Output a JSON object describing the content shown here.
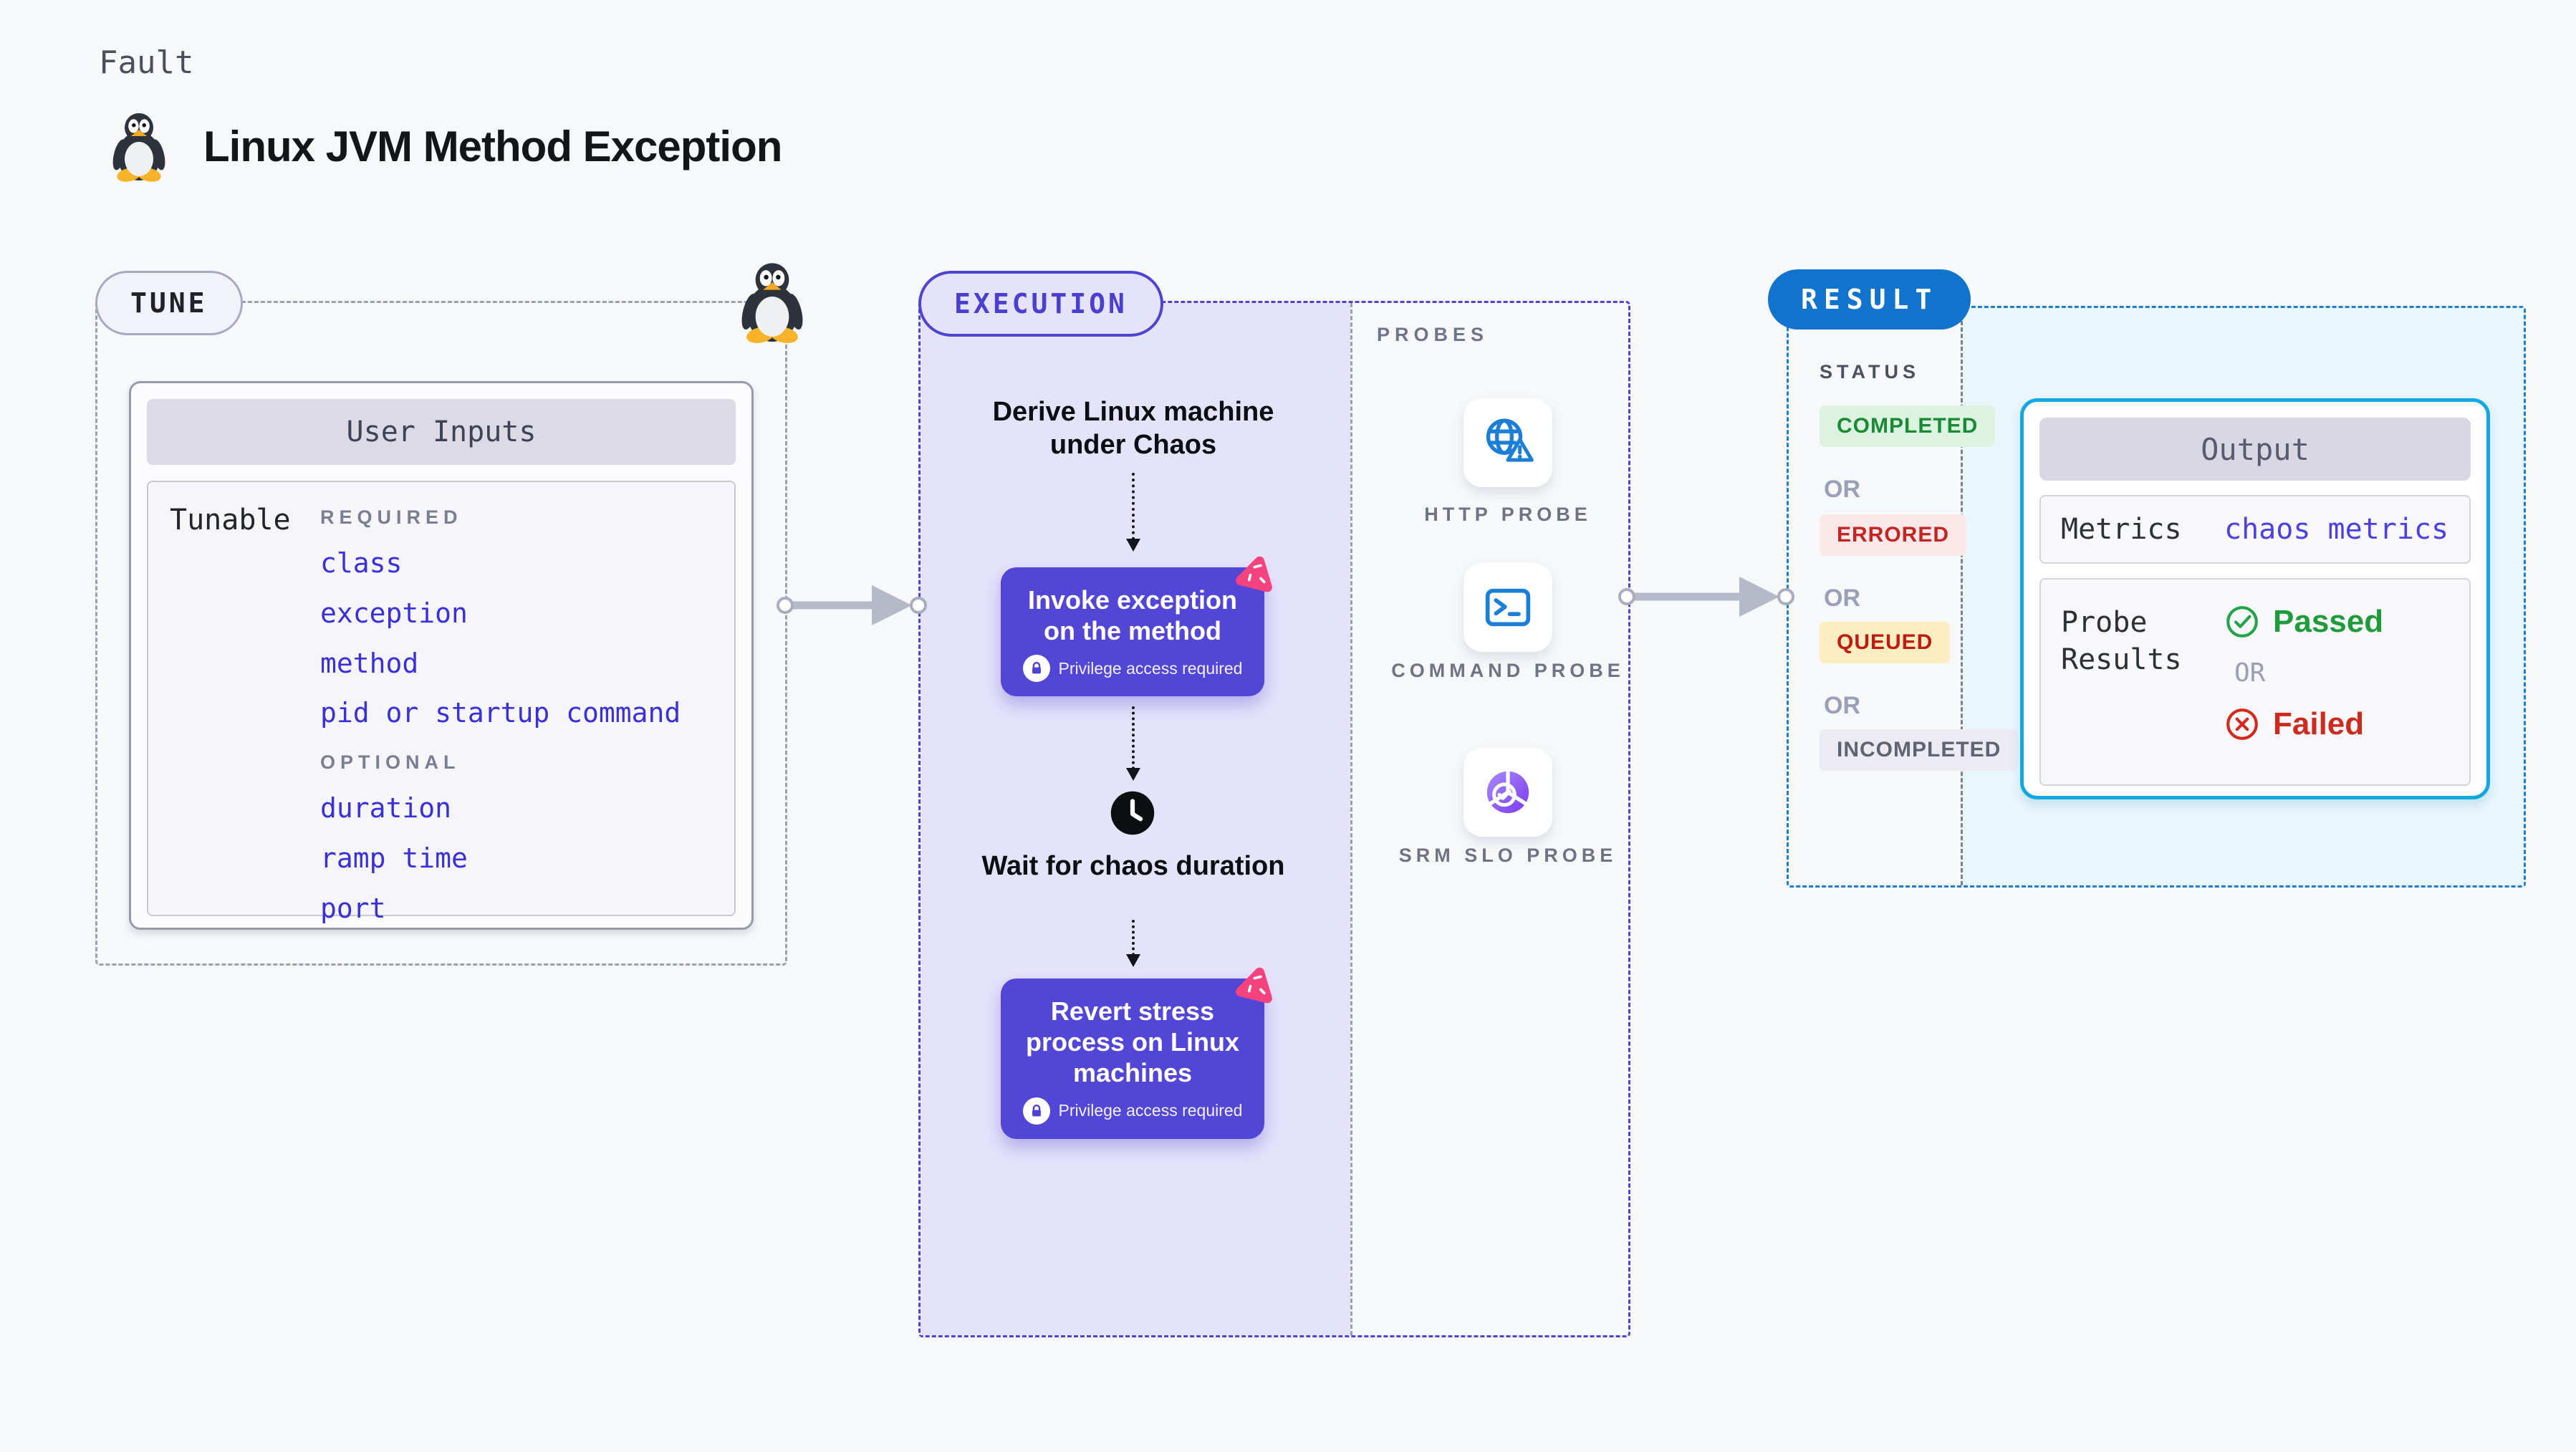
{
  "header": {
    "kicker": "Fault",
    "title": "Linux JVM Method Exception"
  },
  "tune": {
    "badge": "TUNE",
    "panel_title": "User Inputs",
    "row_label": "Tunable",
    "required_label": "REQUIRED",
    "optional_label": "OPTIONAL",
    "required_items": [
      "class",
      "exception",
      "method",
      "pid or startup command"
    ],
    "optional_items": [
      "duration",
      "ramp time",
      "port"
    ]
  },
  "execution": {
    "badge": "EXECUTION",
    "derive_label": "Derive Linux machine under Chaos",
    "invoke_label": "Invoke exception on the method",
    "wait_label": "Wait for chaos duration",
    "revert_label": "Revert stress process on Linux machines",
    "privilege_label": "Privilege access required"
  },
  "probes": {
    "label": "PROBES",
    "items": [
      {
        "name": "HTTP PROBE",
        "icon": "globe-alert-icon"
      },
      {
        "name": "COMMAND PROBE",
        "icon": "terminal-icon"
      },
      {
        "name": "SRM SLO PROBE",
        "icon": "slo-pie-icon"
      }
    ]
  },
  "result": {
    "badge": "RESULT",
    "status_label": "STATUS",
    "or_label": "OR",
    "statuses": [
      {
        "label": "COMPLETED",
        "style": "color:#1a8a35;background:#ddf3e1"
      },
      {
        "label": "ERRORED",
        "style": "color:#c42522;background:#fbe9e9"
      },
      {
        "label": "QUEUED",
        "style": "color:#bf1b12;background:#fdeec2"
      },
      {
        "label": "INCOMPLETED",
        "style": "color:#5f6474;background:#ebebf1"
      }
    ],
    "output": {
      "title": "Output",
      "metrics_label": "Metrics",
      "metrics_value": "chaos metrics",
      "probe_results_label": "Probe Results",
      "passed_label": "Passed",
      "or_label": "OR",
      "failed_label": "Failed"
    }
  },
  "colors": {
    "accent_indigo": "#4f43d2",
    "accent_blue": "#1173ce",
    "accent_cyan": "#14a7e2",
    "node_purple": "#5246d7",
    "chaos_pink": "#f5437f",
    "passed_green": "#1f9b3c",
    "failed_red": "#cf2a1e",
    "lavender_bg": "#e5e3fa",
    "cyan_bg": "#e9f6fc",
    "input_blue": "#3a30da",
    "value_indigo": "#4b40e0"
  }
}
